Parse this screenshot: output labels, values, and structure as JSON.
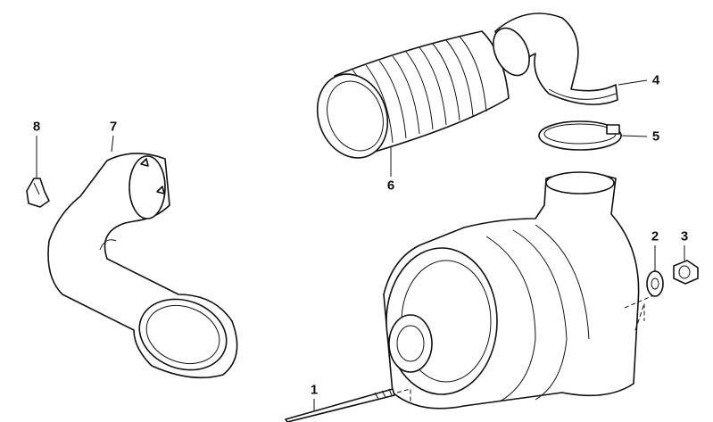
{
  "diagram": {
    "callouts": [
      {
        "number": "1",
        "part": "bolt"
      },
      {
        "number": "2",
        "part": "washer"
      },
      {
        "number": "3",
        "part": "nut"
      },
      {
        "number": "4",
        "part": "elbow-hose"
      },
      {
        "number": "5",
        "part": "hose-clamp"
      },
      {
        "number": "6",
        "part": "bellows-hose"
      },
      {
        "number": "7",
        "part": "air-duct"
      },
      {
        "number": "8",
        "part": "clip"
      }
    ],
    "line_color": "#111111",
    "background": "#ffffff"
  }
}
